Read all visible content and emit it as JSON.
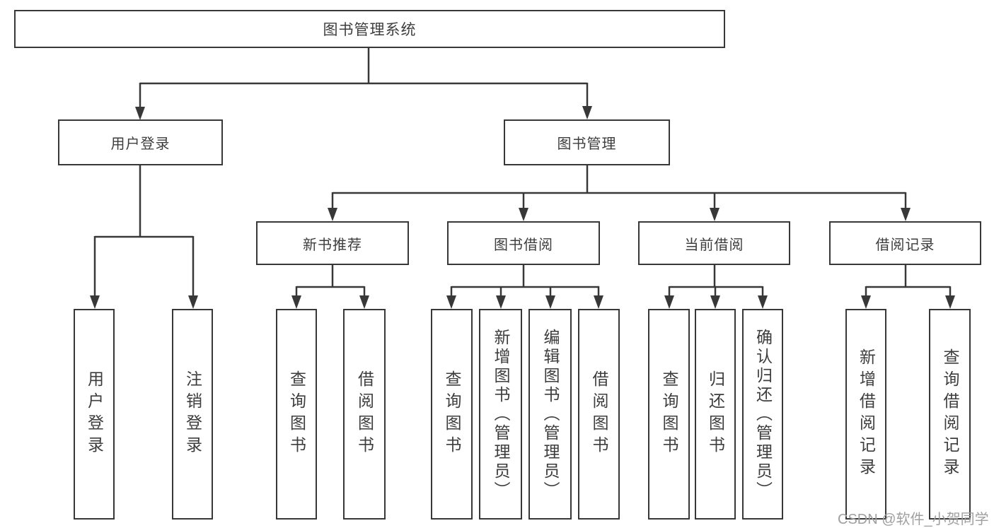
{
  "page": {
    "watermark": "CSDN @软件_小贺同学"
  },
  "colors": {
    "background": "#ffffff",
    "line": "#383838",
    "box_border": "#383838",
    "text": "#3d3d3d",
    "watermark": "#9f9f9f"
  },
  "diagram_type": "hierarchy-tree",
  "tree": {
    "root": {
      "label": "图书管理系统"
    },
    "branches": [
      {
        "label": "用户登录",
        "children": [
          "用户登录",
          "注销登录"
        ]
      },
      {
        "label": "图书管理",
        "groups": [
          {
            "label": "新书推荐",
            "children": [
              "查询图书",
              "借阅图书"
            ]
          },
          {
            "label": "图书借阅",
            "children": [
              "查询图书",
              "新增图书（管理员）",
              "编辑图书（管理员）",
              "借阅图书"
            ]
          },
          {
            "label": "当前借阅",
            "children": [
              "查询图书",
              "归还图书",
              "确认归还（管理员）"
            ]
          },
          {
            "label": "借阅记录",
            "children": [
              "新增借阅记录",
              "查询借阅记录"
            ]
          }
        ]
      }
    ]
  }
}
